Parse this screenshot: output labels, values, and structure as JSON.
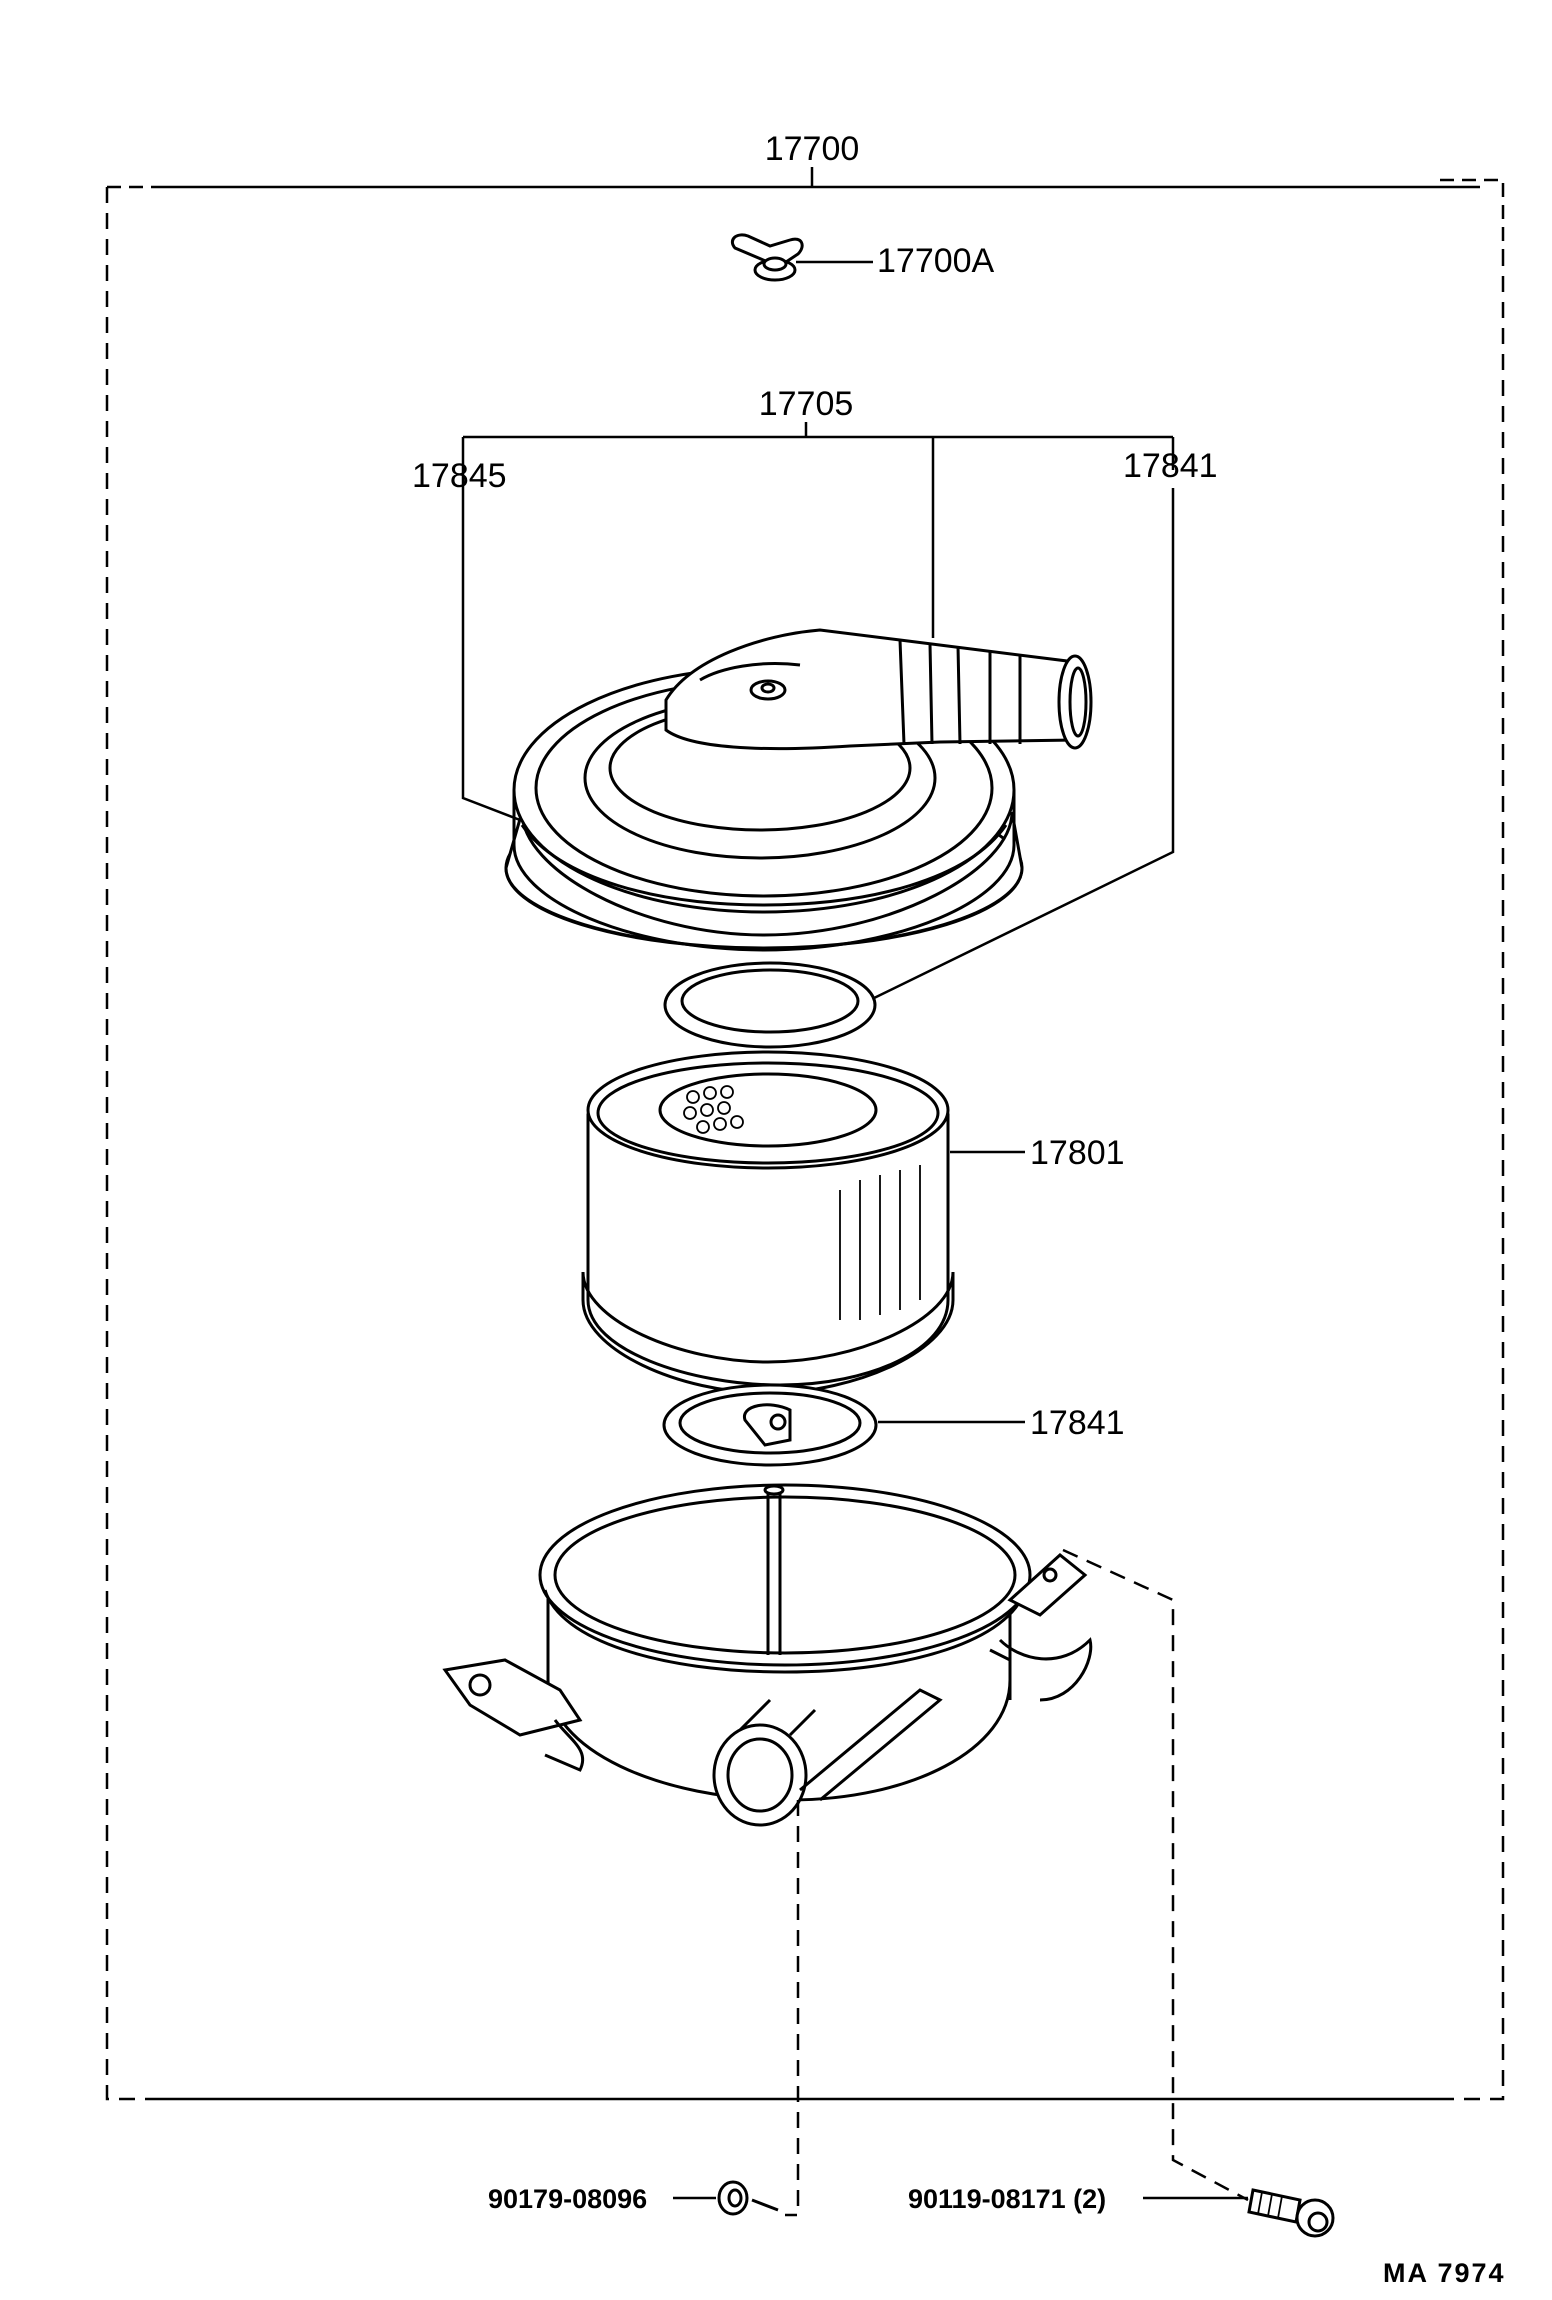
{
  "diagram": {
    "labels": {
      "assembly": "17700",
      "wing_nut": "17700A",
      "cap_sub": "17705",
      "cap": "17845",
      "gasket_upper": "17841",
      "element": "17801",
      "gasket_lower": "17841",
      "nut": "90179-08096",
      "bolt": "90119-08171 (2)"
    },
    "figure_code": "MA 7974"
  }
}
